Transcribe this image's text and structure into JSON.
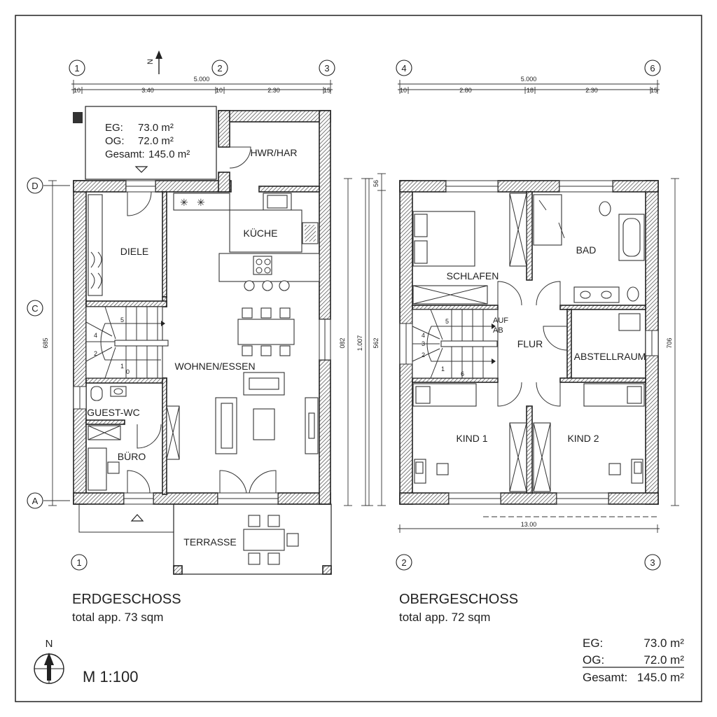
{
  "grid_labels": {
    "eg_top": [
      "1",
      "2",
      "3"
    ],
    "og_top": [
      "4",
      "6"
    ],
    "eg_side": [
      "D",
      "C",
      "A"
    ],
    "eg_bottom": [
      "1"
    ],
    "og_bottom": [
      "2",
      "3"
    ]
  },
  "dimensions": {
    "eg_total": "5.000",
    "eg_segments": [
      "10",
      "3.40",
      "10",
      "2.30",
      "15"
    ],
    "og_total": "5.000",
    "og_segments": [
      "10",
      "2.80",
      "18",
      "2.30",
      "15"
    ],
    "eg_left_vertical": "685",
    "eg_right_vertical_a": "082",
    "eg_right_vertical_b": "1.007",
    "og_left_vertical_a": "56",
    "og_left_vertical_b": "562",
    "og_right_vertical": "706",
    "og_bottom": "13.00"
  },
  "area_box": {
    "eg_label": "EG:",
    "eg_value": "73.0 m²",
    "og_label": "OG:",
    "og_value": "72.0 m²",
    "total_label": "Gesamt:",
    "total_value": "145.0 m²"
  },
  "rooms_eg": {
    "hwr": "HWR/HAR",
    "kueche": "KÜCHE",
    "diele": "DIELE",
    "wohnen": "WOHNEN/ESSEN",
    "guest_wc": "GUEST-WC",
    "buero": "BÜRO",
    "terrasse": "TERRASSE"
  },
  "stair_steps_eg": [
    "5",
    "4",
    "2",
    "1",
    "0"
  ],
  "stair_steps_og": [
    "5",
    "4",
    "3",
    "2",
    "1",
    "6"
  ],
  "rooms_og": {
    "schlafen": "SCHLAFEN",
    "bad": "BAD",
    "auf": "AUF",
    "ab": "AB",
    "flur": "FLUR",
    "abstellraum": "ABSTELLRAUM",
    "kind1": "KIND 1",
    "kind2": "KIND 2"
  },
  "floor_titles": {
    "eg_title": "ERDGESCHOSS",
    "eg_sub": "total app. 73 sqm",
    "og_title": "OBERGESCHOSS",
    "og_sub": "total app. 72 sqm"
  },
  "north": {
    "label": "N"
  },
  "scale": "M 1:100",
  "summary": {
    "eg_label": "EG:",
    "eg_value": "73.0 m²",
    "og_label": "OG:",
    "og_value": "72.0 m²",
    "total_label": "Gesamt:",
    "total_value": "145.0 m²"
  }
}
